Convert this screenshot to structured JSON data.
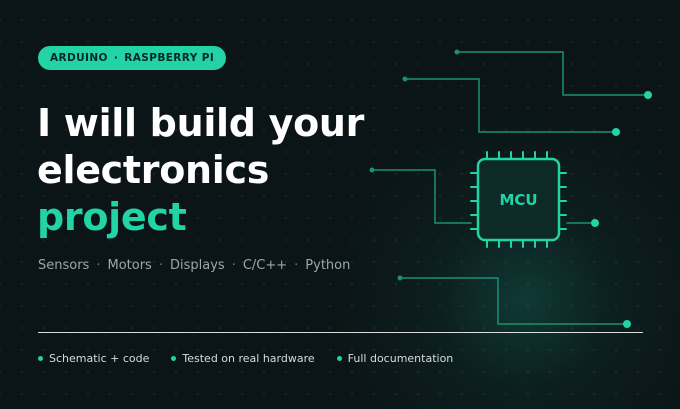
{
  "badge": {
    "left": "ARDUINO",
    "separator": "·",
    "right": "RASPBERRY PI"
  },
  "headline": {
    "line1": "I will build your",
    "line2": "electronics",
    "line3": "project"
  },
  "tech_list": [
    "Sensors",
    "Motors",
    "Displays",
    "C/C++",
    "Python"
  ],
  "tech_separator": "·",
  "chip": {
    "label": "MCU"
  },
  "features": [
    "Schematic + code",
    "Tested on real hardware",
    "Full documentation"
  ],
  "colors": {
    "accent": "#22d3a6",
    "background": "#0b1416",
    "text": "#ffffff",
    "muted": "#9aa8aa"
  }
}
